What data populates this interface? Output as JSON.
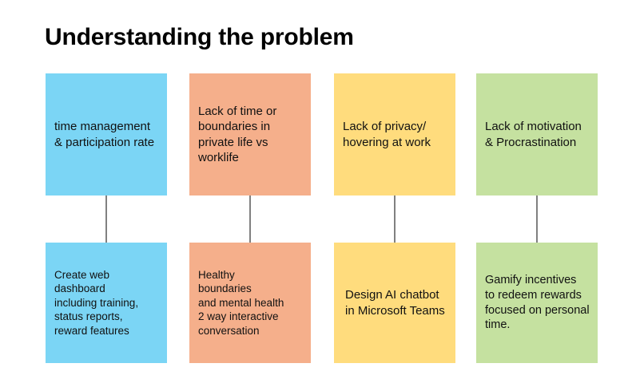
{
  "slide": {
    "title": "Understanding the problem",
    "background_color": "#ffffff",
    "connector_color": "#808080"
  },
  "columns": [
    {
      "id": "time-management",
      "color": "#7BD5F5",
      "color_name": "blue",
      "problem": "time management\n& participation rate",
      "solution": "Create web\ndashboard\nincluding training,\nstatus reports,\nreward features"
    },
    {
      "id": "work-life-boundaries",
      "color": "#F5AF8B",
      "color_name": "orange",
      "problem": "Lack of time or\nboundaries in\nprivate life vs\nworklife",
      "solution": "Healthy\nboundaries\nand mental health\n2 way interactive\nconversation"
    },
    {
      "id": "privacy",
      "color": "#FFDC7D",
      "color_name": "yellow",
      "problem": "Lack of privacy/\nhovering at work",
      "solution": "Design AI chatbot\nin Microsoft Teams"
    },
    {
      "id": "motivation",
      "color": "#C5E1A0",
      "color_name": "green",
      "problem": "Lack of motivation\n& Procrastination",
      "solution": "Gamify incentives\nto redeem rewards\nfocused on personal\ntime."
    }
  ]
}
